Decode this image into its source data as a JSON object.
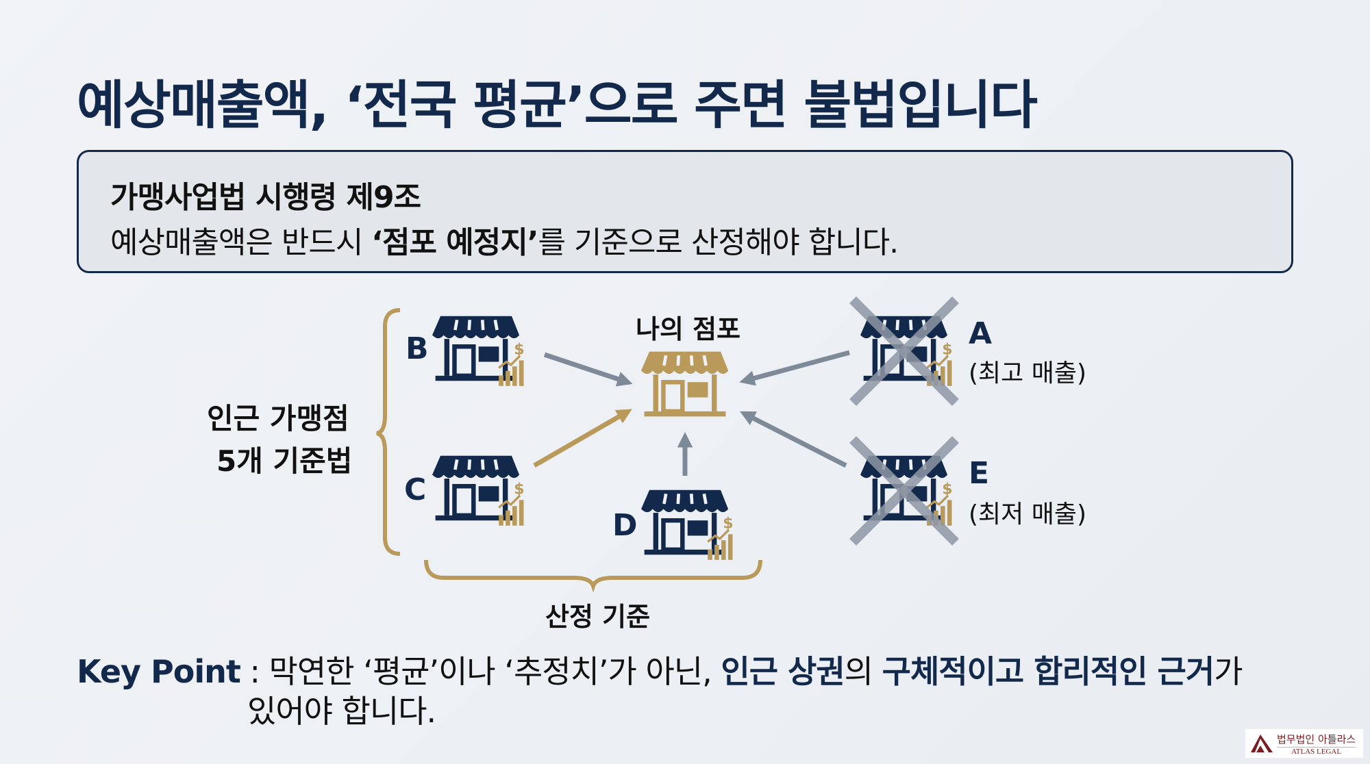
{
  "title": "예상매출액, ‘전국 평균’으로 주면 불법입니다",
  "law_box": {
    "heading": "가맹사업법 시행령 제9조",
    "rule_prefix": "예상매출액은 반드시 ",
    "rule_emphasis": "‘점포 예정지’",
    "rule_suffix": "를 기준으로 산정해야 합니다."
  },
  "diagram": {
    "my_store": "나의 점포",
    "nearby_label_1": "인근 가맹점",
    "nearby_label_2": "5개 기준법",
    "bottom_label": "산정 기준",
    "stores": [
      {
        "id": "B",
        "note": ""
      },
      {
        "id": "C",
        "note": ""
      },
      {
        "id": "D",
        "note": ""
      },
      {
        "id": "A",
        "note": "(최고 매출)",
        "excluded": true
      },
      {
        "id": "E",
        "note": "(최저 매출)",
        "excluded": true
      }
    ],
    "colors": {
      "navy": "#13294b",
      "gold": "#b99a5a",
      "gray": "#7f8a99"
    }
  },
  "key_point": {
    "label": "Key Point",
    "sep": " : ",
    "t1": "막연한 ‘평균’이나 ‘추정치’가 아닌, ",
    "b1": "인근 상권",
    "t2": "의 ",
    "b2": "구체적이고 합리적인 근거",
    "t3": "가",
    "line2": "있어야 합니다."
  },
  "logo": {
    "korean": "법무법인 아틀라스",
    "english": "ATLAS LEGAL"
  }
}
